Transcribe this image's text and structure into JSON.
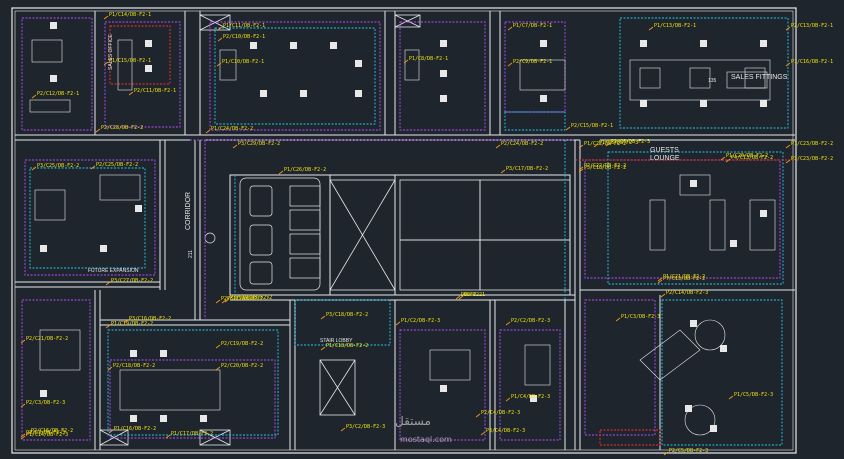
{
  "plan": {
    "colors": {
      "background": "#1e252d",
      "walls": "#e8e8e8",
      "circuit_purple": "#b84cff",
      "circuit_cyan": "#25c6e8",
      "circuit_red": "#ff2f2f",
      "tag_yellow": "#f5e60a",
      "arrow_orange": "#ff9a1a"
    },
    "room_labels": {
      "sales_fittings": "SALES FITTINGS",
      "room_number": "135",
      "guests_lounge_1": "GUESTS",
      "guests_lounge_2": "LOUNGE",
      "corridor": "CORRIDOR",
      "corridor_number": "211",
      "sales_office": "SALES OFFICE",
      "future_expansion": "FUTURE EXPANSION",
      "stair_lobby": "STAIR LOBBY"
    },
    "circuit_tags": [
      "P1/C14/DB-F2-1",
      "P1/C11/DB-F2-1",
      "P2/C10/DB-F2-1",
      "P1/C8/DB-F2-1",
      "P2/C11/DB-F2-1",
      "P1/C10/DB-F2-1",
      "P1/C7/DB-F2-1",
      "P2/C9/DB-F2-1",
      "P2/C12/DB-F2-1",
      "P1/C15/DB-F2-1",
      "P1/C13/DB-F2-1",
      "P2/C13/DB-F2-1",
      "P1/C16/DB-F2-1",
      "P2/C15/DB-F2-1",
      "P1/C26/DB-F2-2",
      "P3/C29/DB-F2-2",
      "P2/C25/DB-F2-2",
      "P3/C25/DB-F2-2",
      "P1/C24/DB-F2-2",
      "P2/C24/DB-F2-2",
      "P2/C28/DB-F2-2",
      "P1/C23/DB-F2-2",
      "P3/C23/DB-F2-2",
      "P1/C20/DB-F2-2",
      "P1/C22/DB-F2-2",
      "P2/C22/DB-F2-2",
      "P1/C21/DB-F2-2",
      "P2/C21/DB-F2-2",
      "P3/C27/DB-F2-2",
      "P1/C19/DB-F2-2",
      "P2/C19/DB-F2-2",
      "P2/C20/DB-F2-2",
      "P3/C18/DB-F2-2",
      "P1/C18/DB-F2-2",
      "DB-F2-1",
      "P3/C28/DB-F2-2",
      "P2/C18/DB-F2-2",
      "P1/C2/DB-F2-3",
      "P2/C2/DB-F2-3",
      "P1/C3/DB-F2-3",
      "P2/C3/DB-F2-3",
      "P3/C3/DB-F2-3",
      "P3/C2/DB-F2-3",
      "P1/C4/DB-F2-3",
      "P2/C4/DB-F2-3",
      "P3/C4/DB-F2-3",
      "P1/C5/DB-F2-3",
      "P2/C5/DB-F2-3",
      "P2/C14/DB-F2-3",
      "P1/C14/DB-F2-3",
      "P2/C16/DB-F2-2",
      "P3/C16/DB-F2-2",
      "P1/C16/DB-F2-2",
      "P1/C17/DB-F2-2",
      "P2/C17/DB-F2-2",
      "DB-F2-2",
      "P3/C17/DB-F2-2",
      "P4/C13/DB-F2-2",
      "P5/C18/DB-F2-2",
      "P7/C13/DB-F2-2",
      "P3/C19/DB-F2-2",
      "P2/C6/DB-F2-3",
      "P1/C6/DB-F2-3"
    ],
    "watermark": {
      "brand": "مستقل",
      "url": "mostaql.com"
    }
  }
}
